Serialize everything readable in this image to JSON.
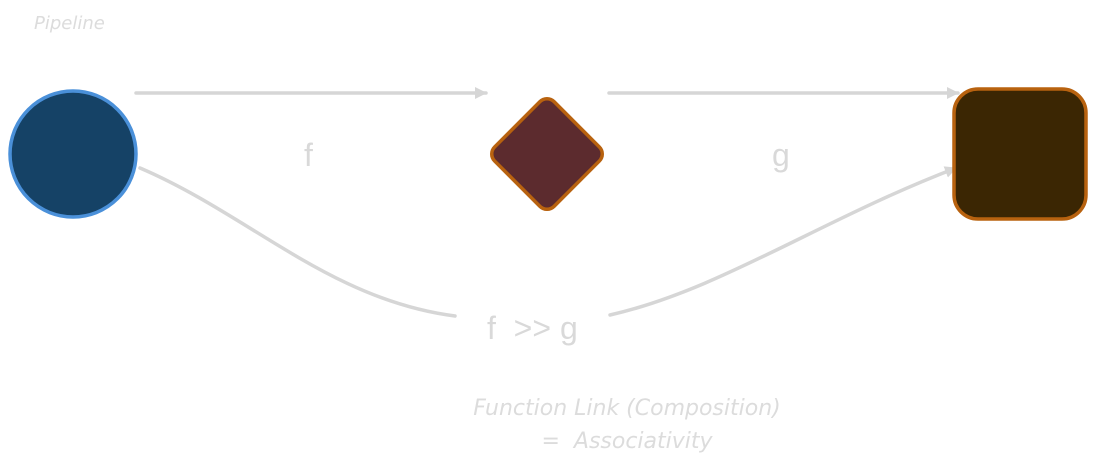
{
  "diagram": {
    "title": "Pipeline",
    "edge_labels": {
      "f": "f",
      "g": "g",
      "composed": "f  >> g"
    },
    "caption": {
      "line1": "Function Link (Composition)",
      "line2": "=  Associativity"
    },
    "colors": {
      "edge": "#d6d6d6",
      "circle_fill": "#154266",
      "circle_stroke": "#4a90d9",
      "diamond_fill": "#5c2b2e",
      "diamond_stroke": "#b8620f",
      "square_fill": "#3b2603",
      "square_stroke": "#b8620f",
      "text": "#d9d9d9"
    }
  }
}
